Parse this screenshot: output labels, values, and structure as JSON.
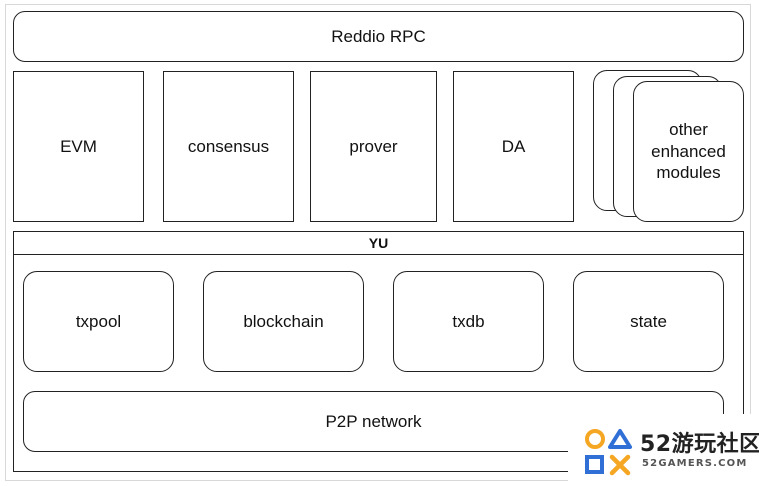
{
  "top": {
    "rpc_label": "Reddio RPC"
  },
  "modules": {
    "evm": "EVM",
    "consensus": "consensus",
    "prover": "prover",
    "da": "DA",
    "other": "other\nenhanced\nmodules"
  },
  "yu": {
    "title": "YU",
    "txpool": "txpool",
    "blockchain": "blockchain",
    "txdb": "txdb",
    "state": "state",
    "p2p": "P2P network"
  },
  "watermark": {
    "brand": "52游玩社区",
    "site": "52GAMERS.COM"
  },
  "colors": {
    "stroke": "#222222",
    "background": "#ffffff",
    "logo_orange": "#f5a623",
    "logo_blue": "#2f6fd6"
  }
}
